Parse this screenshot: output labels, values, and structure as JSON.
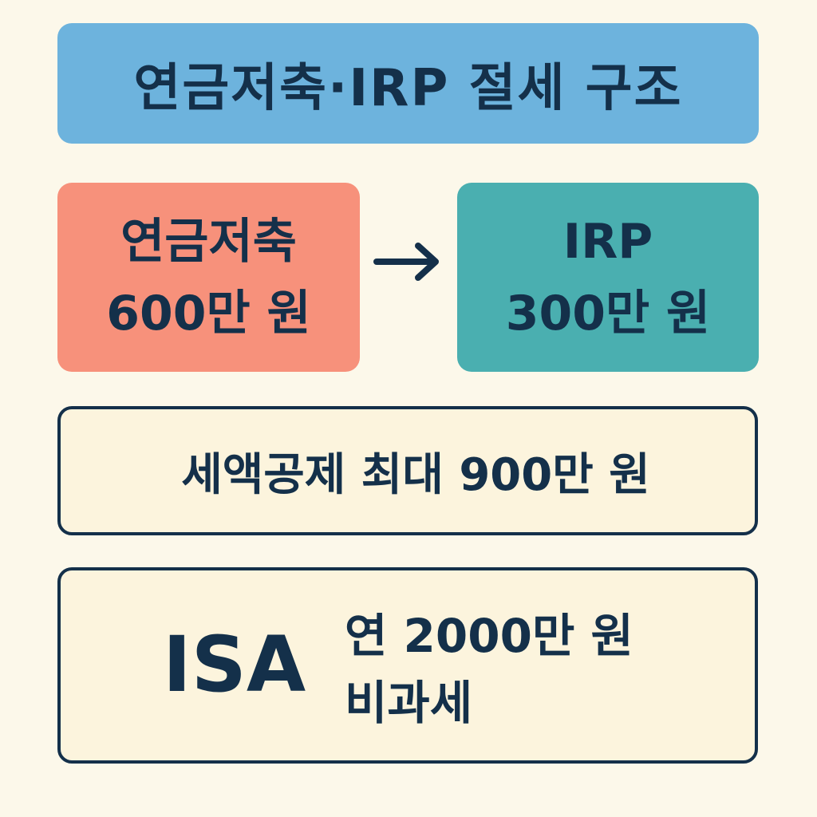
{
  "title": "연금저축·IRP 절세 구조",
  "pension_savings": {
    "label": "연금저축",
    "amount": "600만 원"
  },
  "irp": {
    "label": "IRP",
    "amount": "300만 원"
  },
  "tax_deduction": "세액공제 최대 900만 원",
  "isa": {
    "label": "ISA",
    "line1": "연 2000만 원",
    "line2": "비과세"
  },
  "colors": {
    "background": "#fcf8ea",
    "title_box": "#6db3dd",
    "pension_box": "#f7917b",
    "irp_box": "#4aafb0",
    "outline_box": "#fcf4dd",
    "text": "#14304a"
  },
  "icons": {
    "flow_arrow": "arrow-right-icon"
  }
}
